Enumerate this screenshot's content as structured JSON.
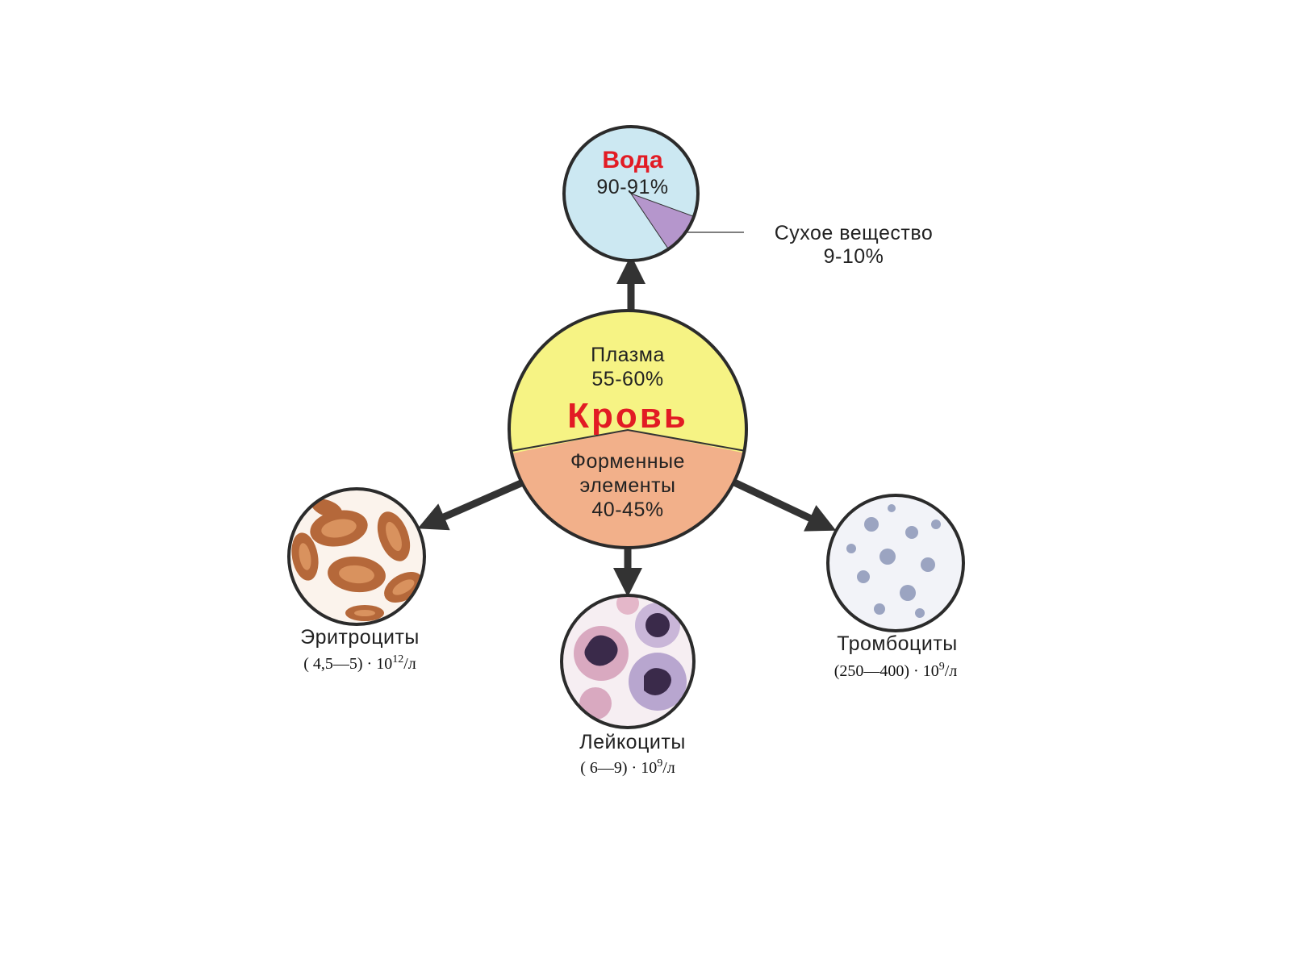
{
  "colors": {
    "red": "#e21b24",
    "plasma": "#f6f384",
    "formed": "#f2b08a",
    "water": "#cce8f2",
    "dry": "#b596cc",
    "rbc": "#b5683a",
    "wbc_nucleus": "#3a2a4a",
    "platelet": "#8c96b8"
  },
  "blood": {
    "title": "Кровь",
    "plasma_label": "Плазма",
    "plasma_pct": "55-60%",
    "formed_line1": "Форменные",
    "formed_line2": "элементы",
    "formed_pct": "40-45%"
  },
  "water": {
    "title": "Вода",
    "pct": "90-91%",
    "dry_label": "Сухое вещество",
    "dry_pct": "9-10%"
  },
  "erythrocytes": {
    "label": "Эритроциты",
    "count": "( 4,5—5) · 10",
    "exp": "12",
    "unit": "/л"
  },
  "leukocytes": {
    "label": "Лейкоциты",
    "count": "( 6—9) · 10",
    "exp": "9",
    "unit": "/л"
  },
  "thrombocytes": {
    "label": "Тромбоциты",
    "count": "(250—400) · 10",
    "exp": "9",
    "unit": "/л"
  }
}
